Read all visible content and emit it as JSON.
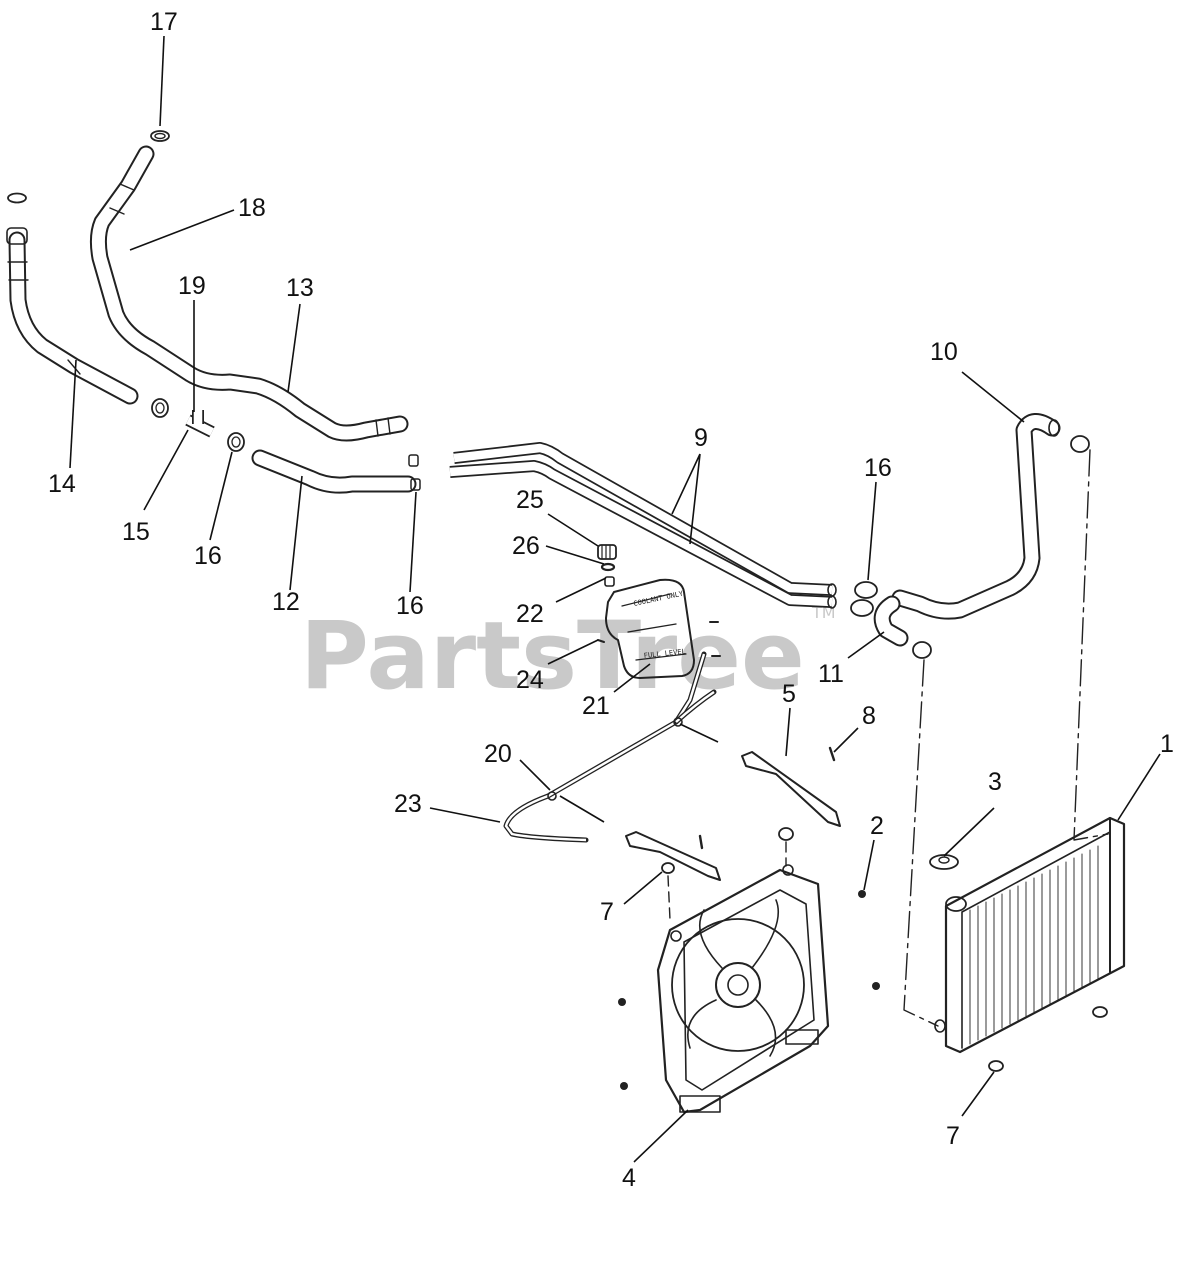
{
  "watermark": {
    "text": "PartsTree",
    "mark": "TM"
  },
  "callouts": [
    {
      "id": "c17",
      "label": "17"
    },
    {
      "id": "c18",
      "label": "18"
    },
    {
      "id": "c19",
      "label": "19"
    },
    {
      "id": "c13",
      "label": "13"
    },
    {
      "id": "c14",
      "label": "14"
    },
    {
      "id": "c15",
      "label": "15"
    },
    {
      "id": "c16a",
      "label": "16"
    },
    {
      "id": "c12",
      "label": "12"
    },
    {
      "id": "c16b",
      "label": "16"
    },
    {
      "id": "c10",
      "label": "10"
    },
    {
      "id": "c9",
      "label": "9"
    },
    {
      "id": "c16c",
      "label": "16"
    },
    {
      "id": "c25",
      "label": "25"
    },
    {
      "id": "c26",
      "label": "26"
    },
    {
      "id": "c22",
      "label": "22"
    },
    {
      "id": "c24",
      "label": "24"
    },
    {
      "id": "c21",
      "label": "21"
    },
    {
      "id": "c11",
      "label": "11"
    },
    {
      "id": "c5",
      "label": "5"
    },
    {
      "id": "c8",
      "label": "8"
    },
    {
      "id": "c20",
      "label": "20"
    },
    {
      "id": "c23",
      "label": "23"
    },
    {
      "id": "c1",
      "label": "1"
    },
    {
      "id": "c3",
      "label": "3"
    },
    {
      "id": "c2",
      "label": "2"
    },
    {
      "id": "c7a",
      "label": "7"
    },
    {
      "id": "c7b",
      "label": "7"
    },
    {
      "id": "c4",
      "label": "4"
    }
  ],
  "tank_text": {
    "line1": "COOLANT ONLY",
    "line2": "FULL LEVEL"
  }
}
